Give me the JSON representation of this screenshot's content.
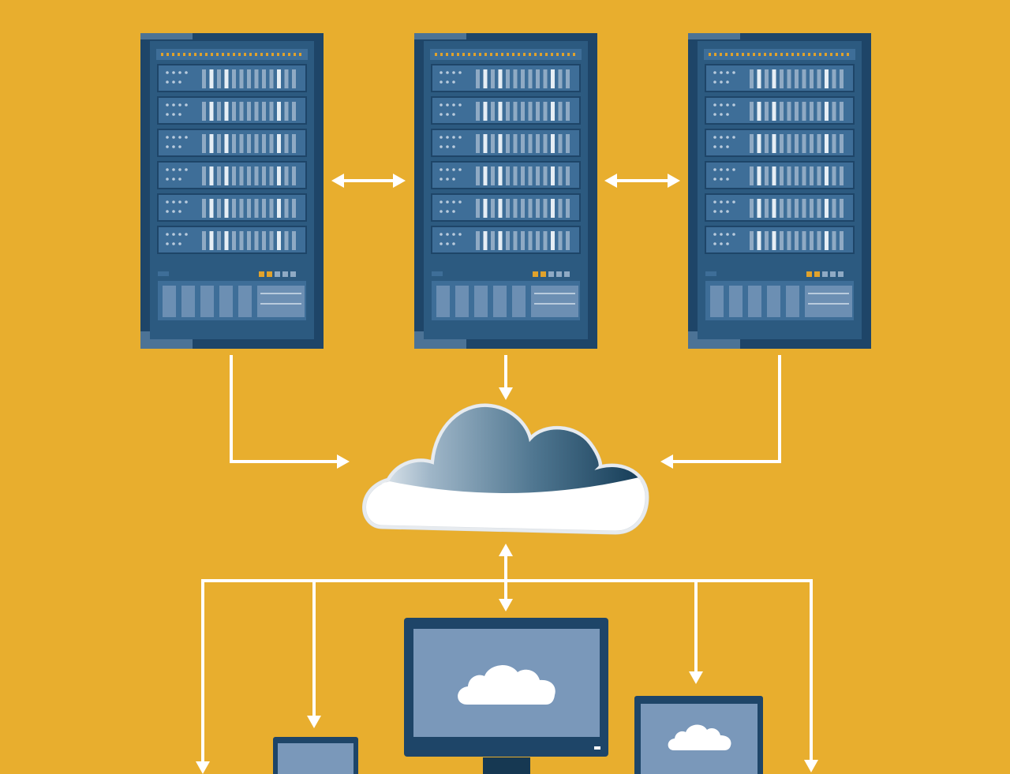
{
  "diagram": {
    "kind": "cloud-infrastructure-illustration",
    "colors": {
      "background": "#E8AE2E",
      "arrow": "#FFFFFF",
      "rack_dark": "#1E4568",
      "rack_body": "#2C5A80",
      "rack_slot": "#3E6E98",
      "rack_light": "#B9CBDD",
      "indicator_amber": "#E0A22C",
      "cloud_white": "#FFFFFF",
      "cloud_dark": "#0E3550",
      "screen": "#7A98BA"
    },
    "nodes": [
      {
        "id": "server-rack-left",
        "type": "server-rack",
        "icon": "server-rack-icon"
      },
      {
        "id": "server-rack-center",
        "type": "server-rack",
        "icon": "server-rack-icon"
      },
      {
        "id": "server-rack-right",
        "type": "server-rack",
        "icon": "server-rack-icon"
      },
      {
        "id": "cloud",
        "type": "cloud",
        "icon": "cloud-icon"
      },
      {
        "id": "desktop-monitor",
        "type": "device",
        "icon": "monitor-icon"
      },
      {
        "id": "laptop-small",
        "type": "device",
        "icon": "laptop-icon"
      },
      {
        "id": "tablet",
        "type": "device",
        "icon": "tablet-icon"
      }
    ],
    "edges": [
      {
        "from": "server-rack-left",
        "to": "server-rack-center",
        "direction": "both"
      },
      {
        "from": "server-rack-center",
        "to": "server-rack-right",
        "direction": "both"
      },
      {
        "from": "server-rack-left",
        "to": "cloud",
        "direction": "forward"
      },
      {
        "from": "server-rack-center",
        "to": "cloud",
        "direction": "forward"
      },
      {
        "from": "server-rack-right",
        "to": "cloud",
        "direction": "forward"
      },
      {
        "from": "cloud",
        "to": "desktop-monitor",
        "direction": "both"
      },
      {
        "from": "cloud",
        "to": "laptop-small",
        "direction": "forward"
      },
      {
        "from": "cloud",
        "to": "tablet",
        "direction": "forward"
      }
    ]
  }
}
